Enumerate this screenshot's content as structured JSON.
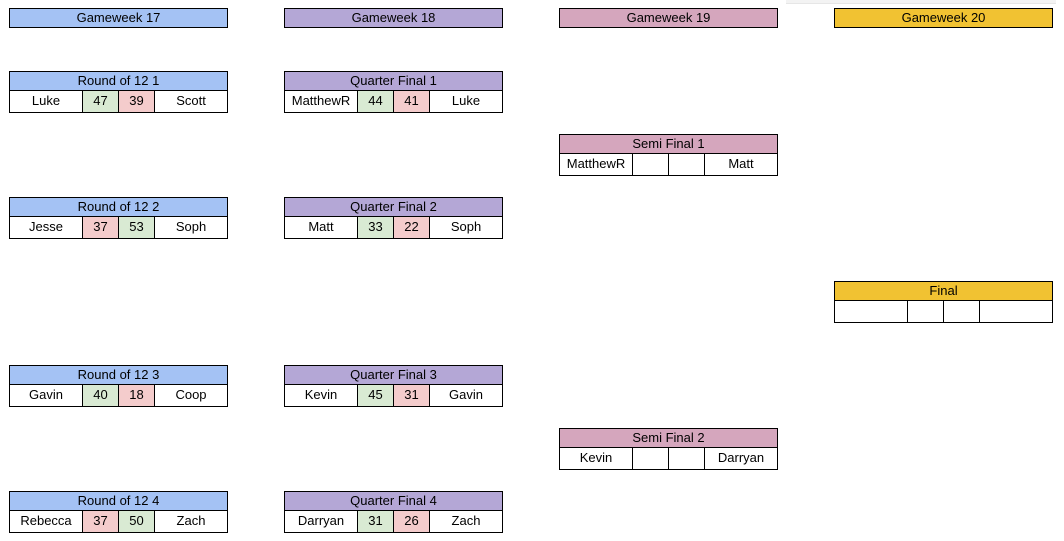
{
  "colors": {
    "gameweek17": "#a4c2f4",
    "gameweek18": "#b4a7d6",
    "gameweek19": "#d5a6bd",
    "gameweek20": "#f1c232",
    "winner_cell": "#d9ead3",
    "loser_cell": "#f4cccc"
  },
  "gameweeks": [
    {
      "label": "Gameweek 17"
    },
    {
      "label": "Gameweek 18"
    },
    {
      "label": "Gameweek 19"
    },
    {
      "label": "Gameweek 20"
    }
  ],
  "rounds": {
    "r12": [
      {
        "title": "Round of 12 1",
        "home": "Luke",
        "home_score": "47",
        "away_score": "39",
        "away": "Scott"
      },
      {
        "title": "Round of 12 2",
        "home": "Jesse",
        "home_score": "37",
        "away_score": "53",
        "away": "Soph"
      },
      {
        "title": "Round of 12 3",
        "home": "Gavin",
        "home_score": "40",
        "away_score": "18",
        "away": "Coop"
      },
      {
        "title": "Round of 12 4",
        "home": "Rebecca",
        "home_score": "37",
        "away_score": "50",
        "away": "Zach"
      }
    ],
    "qf": [
      {
        "title": "Quarter Final 1",
        "home": "MatthewR",
        "home_score": "44",
        "away_score": "41",
        "away": "Luke"
      },
      {
        "title": "Quarter Final 2",
        "home": "Matt",
        "home_score": "33",
        "away_score": "22",
        "away": "Soph"
      },
      {
        "title": "Quarter Final 3",
        "home": "Kevin",
        "home_score": "45",
        "away_score": "31",
        "away": "Gavin"
      },
      {
        "title": "Quarter Final 4",
        "home": "Darryan",
        "home_score": "31",
        "away_score": "26",
        "away": "Zach"
      }
    ],
    "sf": [
      {
        "title": "Semi Final 1",
        "home": "MatthewR",
        "home_score": "",
        "away_score": "",
        "away": "Matt"
      },
      {
        "title": "Semi Final 2",
        "home": "Kevin",
        "home_score": "",
        "away_score": "",
        "away": "Darryan"
      }
    ],
    "final": {
      "title": "Final",
      "home": "",
      "home_score": "",
      "away_score": "",
      "away": ""
    }
  }
}
